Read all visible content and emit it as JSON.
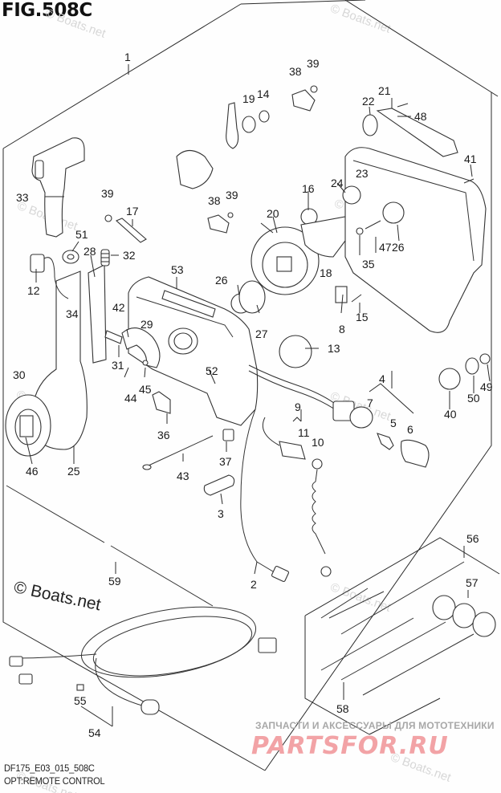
{
  "figure": {
    "title": "FIG.508C",
    "code": "DF175_E03_015_508C",
    "caption": "OPT:REMOTE CONTROL"
  },
  "watermarks": {
    "small": "© Boats.net",
    "large": "© Boats.net"
  },
  "branding": {
    "tagline": "ЗАПЧАСТИ И АКСЕССУАРЫ ДЛЯ МОТОТЕХНИКИ",
    "logo": "PARTSFOR.RU",
    "logo_color": "#f2a3a6"
  },
  "callouts": [
    {
      "id": "1",
      "label": "1"
    },
    {
      "id": "2",
      "label": "2"
    },
    {
      "id": "3",
      "label": "3"
    },
    {
      "id": "4",
      "label": "4"
    },
    {
      "id": "5",
      "label": "5"
    },
    {
      "id": "6",
      "label": "6"
    },
    {
      "id": "7",
      "label": "7"
    },
    {
      "id": "8",
      "label": "8"
    },
    {
      "id": "9",
      "label": "9"
    },
    {
      "id": "10",
      "label": "10"
    },
    {
      "id": "11",
      "label": "11"
    },
    {
      "id": "12",
      "label": "12"
    },
    {
      "id": "13",
      "label": "13"
    },
    {
      "id": "14",
      "label": "14"
    },
    {
      "id": "15",
      "label": "15"
    },
    {
      "id": "16",
      "label": "16"
    },
    {
      "id": "17",
      "label": "17"
    },
    {
      "id": "18",
      "label": "18"
    },
    {
      "id": "19",
      "label": "19"
    },
    {
      "id": "20",
      "label": "20"
    },
    {
      "id": "21",
      "label": "21"
    },
    {
      "id": "22",
      "label": "22"
    },
    {
      "id": "23",
      "label": "23"
    },
    {
      "id": "24",
      "label": "24"
    },
    {
      "id": "25",
      "label": "25"
    },
    {
      "id": "26a",
      "label": "26"
    },
    {
      "id": "26b",
      "label": "26"
    },
    {
      "id": "27",
      "label": "27"
    },
    {
      "id": "28",
      "label": "28"
    },
    {
      "id": "29",
      "label": "29"
    },
    {
      "id": "30",
      "label": "30"
    },
    {
      "id": "31",
      "label": "31"
    },
    {
      "id": "32",
      "label": "32"
    },
    {
      "id": "33",
      "label": "33"
    },
    {
      "id": "34",
      "label": "34"
    },
    {
      "id": "35",
      "label": "35"
    },
    {
      "id": "36",
      "label": "36"
    },
    {
      "id": "37",
      "label": "37"
    },
    {
      "id": "38a",
      "label": "38"
    },
    {
      "id": "38b",
      "label": "38"
    },
    {
      "id": "39a",
      "label": "39"
    },
    {
      "id": "39b",
      "label": "39"
    },
    {
      "id": "39c",
      "label": "39"
    },
    {
      "id": "40",
      "label": "40"
    },
    {
      "id": "41",
      "label": "41"
    },
    {
      "id": "42",
      "label": "42"
    },
    {
      "id": "43",
      "label": "43"
    },
    {
      "id": "44",
      "label": "44"
    },
    {
      "id": "45",
      "label": "45"
    },
    {
      "id": "46",
      "label": "46"
    },
    {
      "id": "47",
      "label": "47"
    },
    {
      "id": "48",
      "label": "48"
    },
    {
      "id": "49",
      "label": "49"
    },
    {
      "id": "50",
      "label": "50"
    },
    {
      "id": "51",
      "label": "51"
    },
    {
      "id": "52",
      "label": "52"
    },
    {
      "id": "53",
      "label": "53"
    },
    {
      "id": "54",
      "label": "54"
    },
    {
      "id": "55",
      "label": "55"
    },
    {
      "id": "56",
      "label": "56"
    },
    {
      "id": "57",
      "label": "57"
    },
    {
      "id": "58",
      "label": "58"
    },
    {
      "id": "59",
      "label": "59"
    }
  ]
}
